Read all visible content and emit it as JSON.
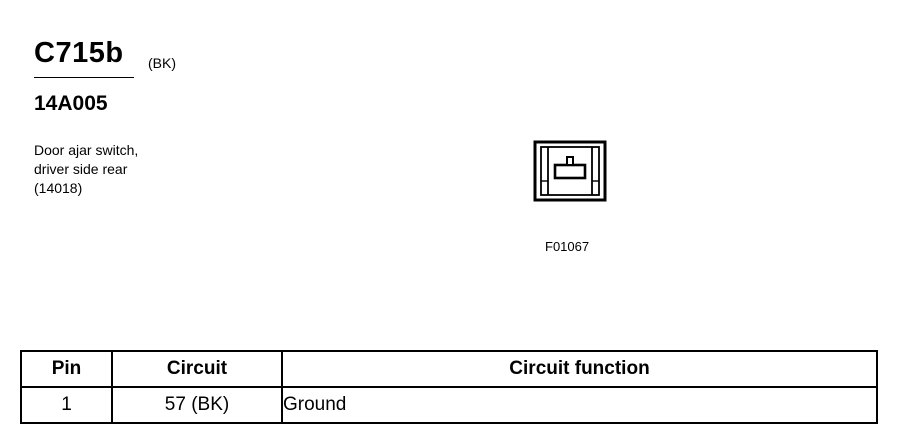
{
  "header": {
    "connector_id": "C715b",
    "connector_color": "(BK)",
    "part_number": "14A005"
  },
  "description": {
    "lines": [
      "Door ajar switch,",
      "driver side rear",
      "(14018)"
    ]
  },
  "figure": {
    "icon": "connector-face-icon",
    "code": "F01067"
  },
  "table": {
    "headers": [
      "Pin",
      "Circuit",
      "Circuit function"
    ],
    "rows": [
      {
        "pin": "1",
        "circuit": "57 (BK)",
        "function": "Ground"
      }
    ]
  }
}
